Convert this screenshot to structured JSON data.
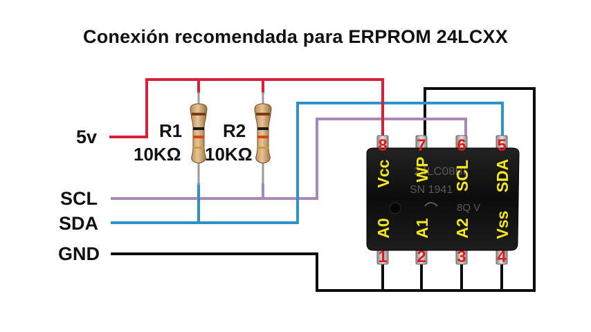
{
  "title": "Conexión recomendada para ERPROM 24LCXX",
  "signals": {
    "vcc": "5v",
    "scl": "SCL",
    "sda": "SDA",
    "gnd": "GND"
  },
  "resistors": [
    {
      "name": "R1",
      "value": "10KΩ"
    },
    {
      "name": "R2",
      "value": "10KΩ"
    }
  ],
  "chip": {
    "marking_line1": "24LC08BI",
    "marking_line2": "SN 1941",
    "marking_line3": "8Q V",
    "pins_top": [
      {
        "number": "8",
        "label": "Vcc"
      },
      {
        "number": "7",
        "label": "WP"
      },
      {
        "number": "6",
        "label": "SCL"
      },
      {
        "number": "5",
        "label": "SDA"
      }
    ],
    "pins_bottom": [
      {
        "number": "1",
        "label": "A0"
      },
      {
        "number": "2",
        "label": "A1"
      },
      {
        "number": "3",
        "label": "A2"
      },
      {
        "number": "4",
        "label": "Vss"
      }
    ]
  },
  "colors": {
    "vcc_wire": "#d81f36",
    "scl_wire": "#a987b8",
    "sda_wire": "#2e92c9",
    "gnd_wire": "#0a0a0a",
    "pin_number": "#e01b1b",
    "pin_label": "#f4e81a",
    "chip_body": "#111111"
  }
}
